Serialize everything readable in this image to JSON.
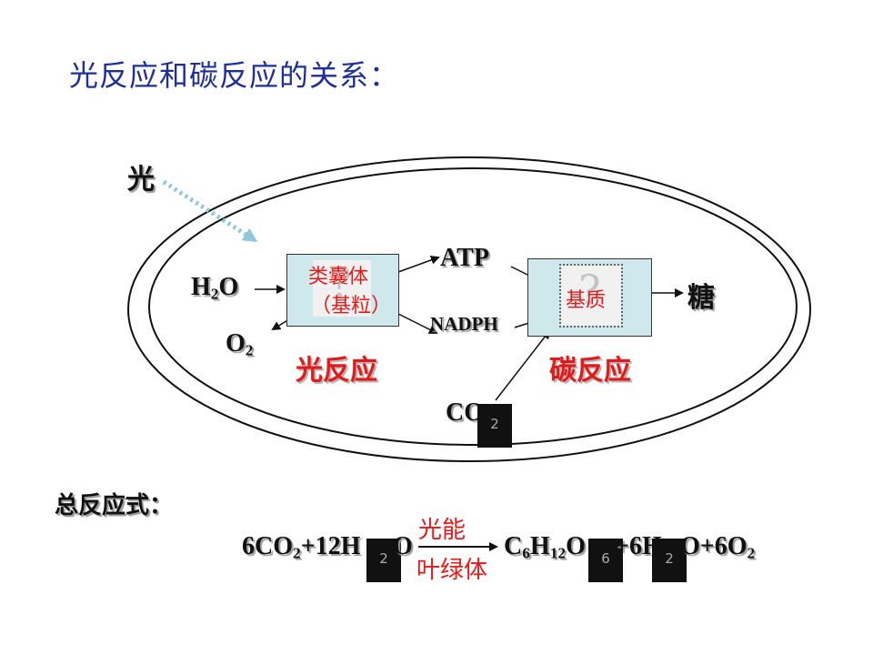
{
  "title": "光反应和碳反应的关系：",
  "light_label": "光",
  "thylakoid_label": "类囊体",
  "grana_label": "（基粒）",
  "stroma_label": "基质",
  "question_mark": "?",
  "h2o": {
    "base": "H",
    "sub": "2",
    "tail": "O"
  },
  "o2": {
    "base": "O",
    "sub": "2"
  },
  "atp": "ATP",
  "nadph": "NADPH",
  "sugar": "糖",
  "co2": {
    "base": "CO",
    "sub": "2"
  },
  "light_reaction": "光反应",
  "carbon_reaction": "碳反应",
  "total_label": "总反应式：",
  "equation": {
    "left": {
      "p1": "6CO",
      "s1": "2",
      "p2": "+12H",
      "s2": "2",
      "p3": "O"
    },
    "above_arrow": "光能",
    "below_arrow": "叶绿体",
    "right": {
      "p1": "C",
      "s1": "6",
      "p2": "H",
      "s2": "12",
      "p3": "O",
      "s3": "6",
      "p4": "+6H",
      "s4": "2",
      "p5": "O+6O",
      "s5": "2"
    }
  },
  "colors": {
    "title": "#1f2f9a",
    "red": "#e41a1a",
    "box_fill": "#cfe8ec",
    "light_arrow": "#8fc9d9"
  }
}
